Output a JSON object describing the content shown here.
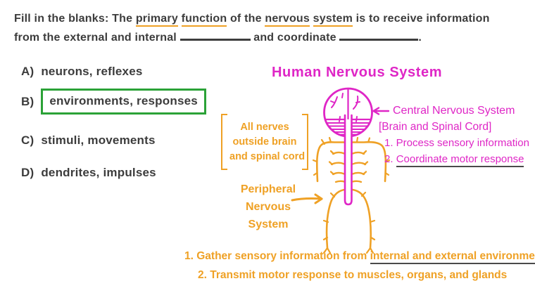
{
  "colors": {
    "magenta": "#df26c6",
    "orange": "#efa125",
    "ink": "#3c3c3c",
    "correct_green": "#2ba237",
    "underline_dark": "#4a4a4a"
  },
  "icons": {
    "cns_pointer_icon": "left-arrow",
    "pns_pointer_icon": "right-arrow"
  },
  "question": {
    "p1": "Fill in the blanks: The ",
    "u1": "primary",
    "sp": " ",
    "u2": "function",
    "p2": " of the ",
    "u3": "nervous",
    "u4": "system",
    "p3": " is to receive information",
    "p4": "from the external and internal ",
    "p5": " and coordinate ",
    "p6": "."
  },
  "options": [
    {
      "label": "A)",
      "text": "neurons, reflexes"
    },
    {
      "label": "B)",
      "text": "environments, responses"
    },
    {
      "label": "C)",
      "text": "stimuli, movements"
    },
    {
      "label": "D)",
      "text": "dendrites, impulses"
    }
  ],
  "diagram": {
    "title": "Human Nervous System",
    "bracket_label": {
      "line1": "All nerves",
      "line2": "outside brain",
      "line3": "and spinal cord"
    },
    "pns_label": {
      "line1": "Peripheral",
      "line2": "Nervous",
      "line3": "System"
    },
    "cns": {
      "title": "Central Nervous System",
      "subtitle": "[Brain and Spinal Cord]",
      "item1": "1. Process sensory information",
      "item2_prefix": "2. ",
      "item2_underlined": "Coordinate motor response"
    },
    "pns_functions": {
      "item1_prefix": "1. Gather sensory information from ",
      "item1_underlined": "internal and external environments",
      "item2": "2. Transmit motor response to muscles, organs, and glands"
    }
  }
}
